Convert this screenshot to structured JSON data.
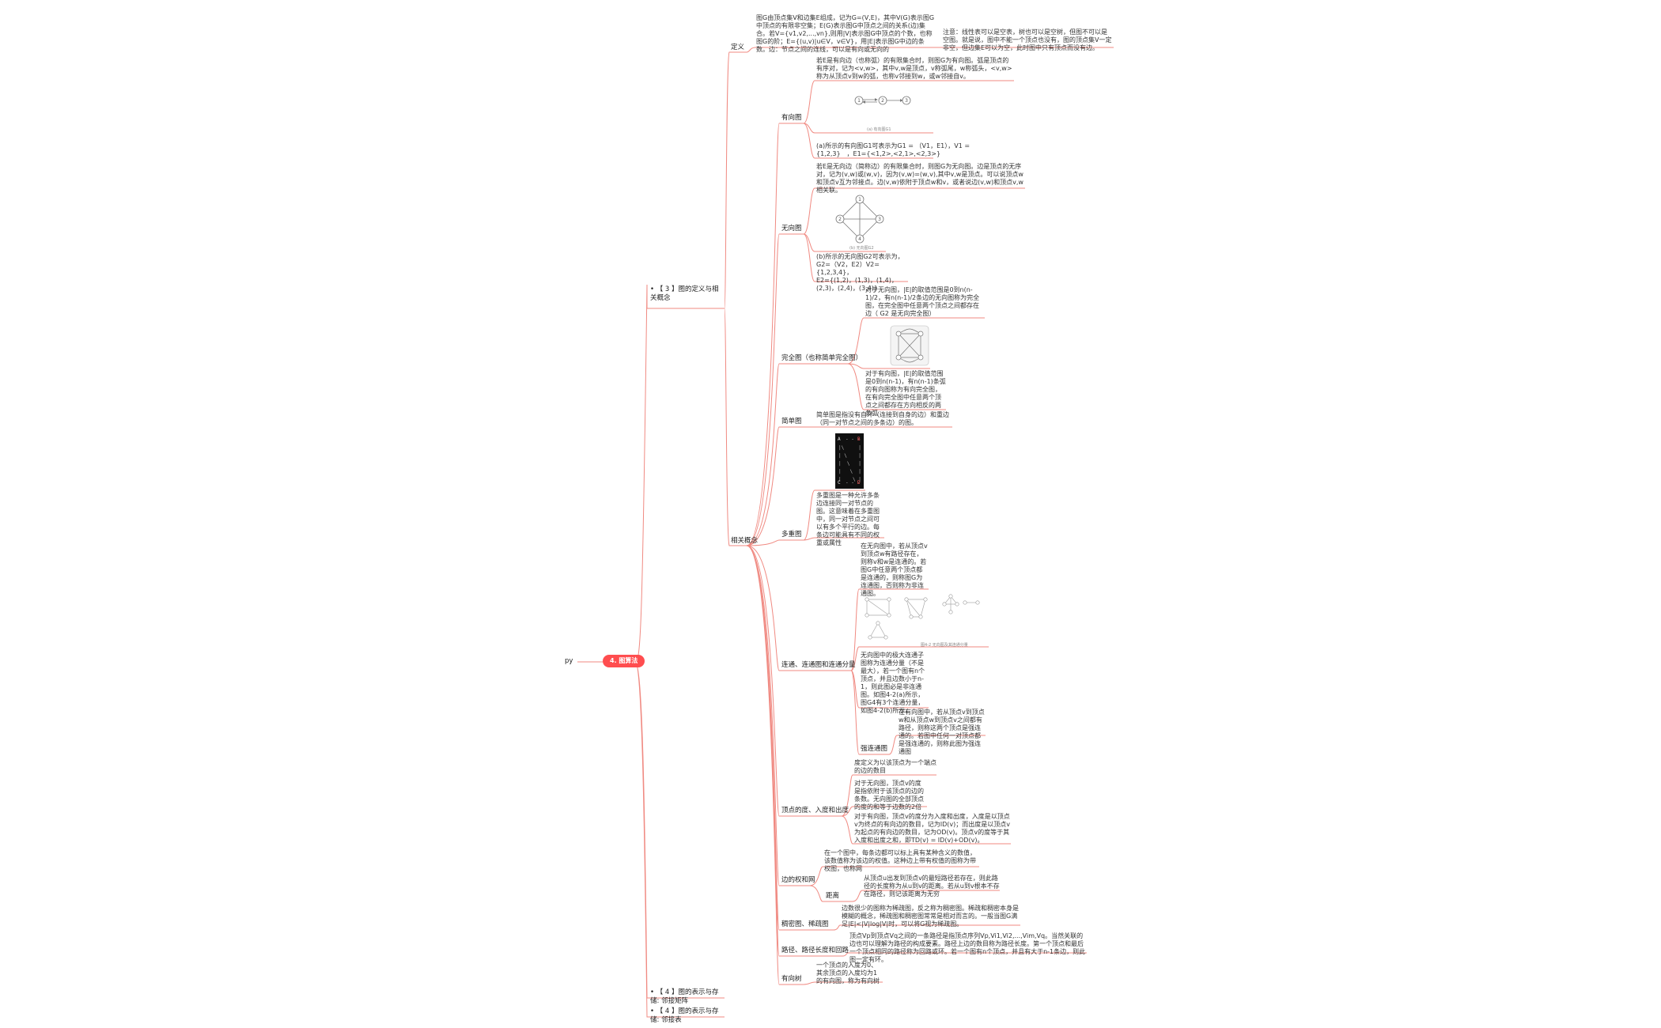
{
  "left_label": "py",
  "root": "4. 图算法",
  "nodes": {
    "s3": "• 【 3 】图的定义与相关概念",
    "s4a": "• 【 4 】图的表示与存储: 邻接矩阵",
    "s4b": "• 【 4 】图的表示与存储: 邻接表",
    "def": "定义",
    "related": "相关概念",
    "directed": "有向图",
    "undirected": "无向图",
    "complete": "完全图（也称简单完全图）",
    "simple": "简单图",
    "multi": "多重图",
    "conn": "连通、连通图和连通分量",
    "strong": "强连通图",
    "degree": "顶点的度、入度和出度",
    "weight": "边的权和网",
    "distance": "距离",
    "dense": "稠密图、稀疏图",
    "path": "路径、路径长度和回路",
    "tree": "有向树"
  },
  "texts": {
    "def_main": "图G由顶点集V和边集E组成，记为G=(V,E)，其中V(G)表示图G中顶点的有限非空集；E(G)表示图G中顶点之间的关系(边)集合。若V={v1,v2,...,vn},则用|V|表示图G中顶点的个数，也称图G的阶；E={(u,v)|u∈V，v∈V}，用|E|表示图G中边的条数。边：节点之间的连线，可以是有向或无向的",
    "def_note": "注意：线性表可以是空表，树也可以是空树，但图不可以是空图。就是说，图中不能一个顶点也没有，图的顶点集V一定非空，但边集E可以为空，此时图中只有顶点而没有边。",
    "dir_main": "若E是有向边（也称弧）的有限集合时，则图G为有向图。弧是顶点的有序对，记为<v,w>，其中v,w是顶点，v称弧尾，w称弧头，<v,w>称为从顶点v到w的弧，也称v邻接到w，或w邻接自v。",
    "dir_cap": "(a) 有向图G1",
    "dir_ex": "(a)所示的有向图G1可表示为G1 = （V1，E1），V1 = {1,2,3}　，E1={<1,2>,<2,1>,<2,3>}",
    "und_main": "若E是无向边（简称边）的有限集合时，则图G为无向图。边是顶点的无序对，记为(v,w)或(w,v)，因为(v,w)=(w,v),其中v,w是顶点。可以说顶点w和顶点v互为邻接点。边(v,w)依附于顶点w和v，或者说边(v,w)和顶点v,w相关联。",
    "und_cap": "(b) 无向图G2",
    "und_ex": "(b)所示的无向图G2可表示为，\nG2=（V2，E2）V2={1,2,3,4}，\nE2={(1,2)，(1,3)，(1,4)，(2,3)，(2,4)，(3,4)}",
    "comp_und": "对于无向图，|E|的取值范围是0到n(n-1)/2，有n(n-1)/2条边的无向图称为完全图，在完全图中任意两个顶点之间都存在边（ G2 是无向完全图）",
    "comp_dir": "对于有向图，|E|的取值范围是0到n(n-1)，有n(n-1)条弧的有向图称为有向完全图，在有向完全图中任意两个顶点之间都存在方向相反的两条弧",
    "simple_main": "简单图是指没有自环（连接到自身的边）和重边（同一对节点之间的多条边）的图。",
    "multi_main": "多重图是一种允许多条边连接同一对节点的图。这意味着在多重图中，同一对节点之间可以有多个平行的边。每条边可能具有不同的权重或属性",
    "conn1": "在无向图中，若从顶点v到顶点w有路径存在，则称v和w是连通的。若图G中任意两个顶点都是连通的，则称图G为连通图，否则称为非连通图。",
    "conn_cap": "图4-2  无向图及其连通分量",
    "conn2": "无向图中的极大连通子图称为连通分量（不是最大），若一个图有n个顶点，并且边数小于n-1，则此图必是非连通图。如图4-2(a)所示，图G4有3个连通分量，如图4-2(b)所示。",
    "strong_main": "在有向图中，若从顶点v到顶点w和从顶点w到顶点v之间都有路径，则称这两个顶点是强连通的。若图中任何一对顶点都是强连通的，则称此图为强连通图",
    "deg1": "度定义为以该顶点为一个端点的边的数目",
    "deg2": "对于无向图，顶点v的度是指依附于该顶点的边的条数。无向图的全部顶点的度的和等于边数的2倍",
    "deg3": "对于有向图，顶点v的度分为入度和出度，入度是以顶点v为终点的有向边的数目，记为ID(v)；而出度是以顶点v为起点的有向边的数目，记为OD(v)。顶点v的度等于其入度和出度之和，即TD(v) = ID(v)+OD(v)。",
    "weight_main": "在一个图中，每条边都可以标上具有某种含义的数值，该数值称为该边的权值。这种边上带有权值的图称为带权图，也称网",
    "dist_main": "从顶点u出发到顶点v的最短路径若存在，则此路径的长度称为从u到v的距离。若从u到v根本不存在路径，则记该距离为无穷",
    "dense_main": "边数很少的图称为稀疏图，反之称为稠密图。稀疏和稠密本身是模糊的概念，稀疏图和稠密图常常是相对而言的。一般当图G满足|E|<|V|log|V|时，可以将G视为稀疏图。",
    "path_main": "顶点Vp到顶点Vq之间的一条路径是指顶点序列Vp,Vi1,Vi2,...,Vim,Vq。当然关联的边也可以理解为路径的构成要素。路径上边的数目称为路径长度。第一个顶点和最后一个顶点相同的路径称为回路或环。若一个图有n个顶点，并且有大于n-1条边，则此图一定有环。",
    "tree_main": "一个顶点的入度为0、其余顶点的入度均为1的有向图，称为有向树"
  },
  "figures": {
    "g1": [
      "1",
      "2",
      "3"
    ],
    "g2": [
      "1",
      "2",
      "3",
      "4"
    ],
    "multi": [
      "A",
      "B",
      "C",
      "D"
    ]
  },
  "colors": {
    "link": "#f08a82",
    "root_fill": "#ff4d4f"
  }
}
